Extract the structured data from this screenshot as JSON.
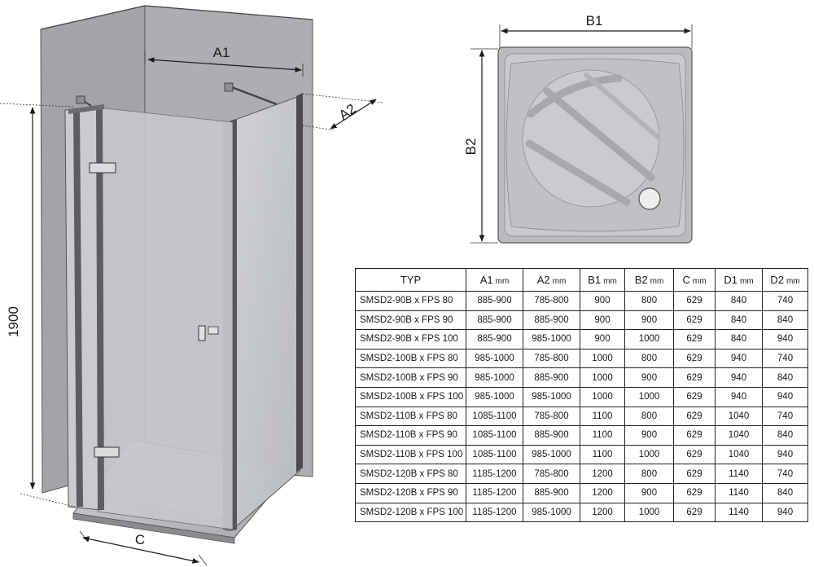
{
  "labels": {
    "a1": "A1",
    "a2": "A2",
    "b1": "B1",
    "b2": "B2",
    "c": "C",
    "height": "1900"
  },
  "table": {
    "headers": [
      {
        "label": "TYP",
        "unit": ""
      },
      {
        "label": "A1",
        "unit": "mm"
      },
      {
        "label": "A2",
        "unit": "mm"
      },
      {
        "label": "B1",
        "unit": "mm"
      },
      {
        "label": "B2",
        "unit": "mm"
      },
      {
        "label": "C",
        "unit": "mm"
      },
      {
        "label": "D1",
        "unit": "mm"
      },
      {
        "label": "D2",
        "unit": "mm"
      }
    ],
    "rows": [
      [
        "SMSD2-90B x FPS 80",
        "885-900",
        "785-800",
        "900",
        "800",
        "629",
        "840",
        "740"
      ],
      [
        "SMSD2-90B x FPS 90",
        "885-900",
        "885-900",
        "900",
        "900",
        "629",
        "840",
        "840"
      ],
      [
        "SMSD2-90B x FPS 100",
        "885-900",
        "985-1000",
        "900",
        "1000",
        "629",
        "840",
        "940"
      ],
      [
        "SMSD2-100B x FPS 80",
        "985-1000",
        "785-800",
        "1000",
        "800",
        "629",
        "940",
        "740"
      ],
      [
        "SMSD2-100B x FPS 90",
        "985-1000",
        "885-900",
        "1000",
        "900",
        "629",
        "940",
        "840"
      ],
      [
        "SMSD2-100B x FPS 100",
        "985-1000",
        "985-1000",
        "1000",
        "1000",
        "629",
        "940",
        "940"
      ],
      [
        "SMSD2-110B x FPS 80",
        "1085-1100",
        "785-800",
        "1100",
        "800",
        "629",
        "1040",
        "740"
      ],
      [
        "SMSD2-110B x FPS 90",
        "1085-1100",
        "885-900",
        "1100",
        "900",
        "629",
        "1040",
        "840"
      ],
      [
        "SMSD2-110B x FPS 100",
        "1085-1100",
        "985-1000",
        "1100",
        "1000",
        "629",
        "1040",
        "940"
      ],
      [
        "SMSD2-120B x FPS 80",
        "1185-1200",
        "785-800",
        "1200",
        "800",
        "629",
        "1140",
        "740"
      ],
      [
        "SMSD2-120B x FPS 90",
        "1185-1200",
        "885-900",
        "1200",
        "900",
        "629",
        "1140",
        "840"
      ],
      [
        "SMSD2-120B x FPS 100",
        "1185-1200",
        "985-1000",
        "1200",
        "1000",
        "629",
        "1140",
        "940"
      ]
    ]
  },
  "colors": {
    "wall": "#a9a9ad",
    "wall_dark": "#8f8f94",
    "glass": "#c9cbcf",
    "frame": "#4a4a4f",
    "tray": "#b4b6ba",
    "tray_inner": "#c4c6ca"
  }
}
